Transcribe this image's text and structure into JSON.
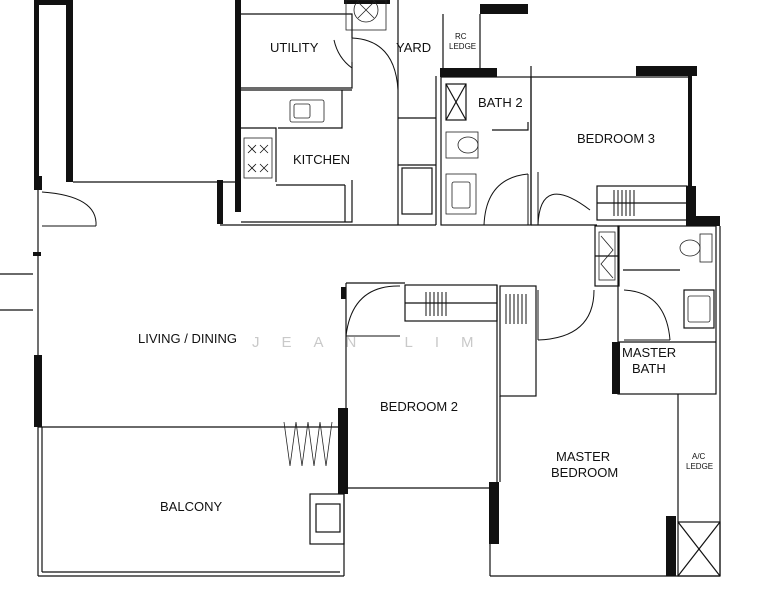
{
  "rooms": {
    "utility": "UTILITY",
    "yard": "YARD",
    "rc_ledge_line1": "RC",
    "rc_ledge_line2": "LEDGE",
    "bath2": "BATH 2",
    "bedroom3": "BEDROOM 3",
    "kitchen": "KITCHEN",
    "living_dining": "LIVING / DINING",
    "master_bath_line1": "MASTER",
    "master_bath_line2": "BATH",
    "bedroom2": "BEDROOM 2",
    "master_bedroom_line1": "MASTER",
    "master_bedroom_line2": "BEDROOM",
    "ac_ledge_line1": "A/C",
    "ac_ledge_line2": "LEDGE",
    "balcony": "BALCONY"
  },
  "watermark": "JEAN LIM",
  "colors": {
    "wall": "#111111",
    "background": "#ffffff",
    "watermark": "#c9c9c9"
  }
}
